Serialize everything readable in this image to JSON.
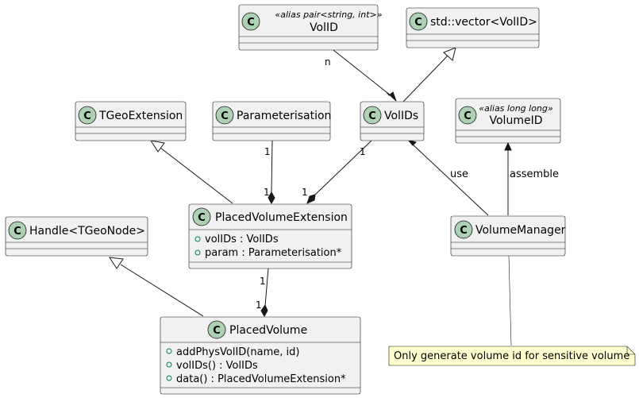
{
  "classes": {
    "volid": {
      "name": "VolID",
      "stereotype": "«alias pair<string, int>»"
    },
    "vector": {
      "name": "std::vector<VolID>"
    },
    "tgeoext": {
      "name": "TGeoExtension"
    },
    "param": {
      "name": "Parameterisation"
    },
    "volids": {
      "name": "VolIDs"
    },
    "volumeid": {
      "name": "VolumeID",
      "stereotype": "«alias long long»"
    },
    "handle": {
      "name": "Handle<TGeoNode>"
    },
    "pve": {
      "name": "PlacedVolumeExtension",
      "members": [
        "volIDs : VolIDs",
        "param : Parameterisation*"
      ]
    },
    "vm": {
      "name": "VolumeManager"
    },
    "pv": {
      "name": "PlacedVolume",
      "members": [
        "addPhysVolID(name, id)",
        "volIDs() : VolIDs",
        "data() : PlacedVolumeExtension*"
      ]
    }
  },
  "edges": {
    "volid_volids_mult": "n",
    "param_pve_src": "1",
    "param_pve_dst": "1",
    "volids_pve_src": "1",
    "volids_pve_dst": "1",
    "pve_pv_src": "1",
    "pve_pv_dst": "1",
    "use_label": "use",
    "assemble_label": "assemble"
  },
  "badge_letter": "C",
  "note": {
    "text": "Only generate volume id for sensitive volume"
  },
  "colors": {
    "class_fill": "#f1f1f1",
    "badge": "#add1b2",
    "note_fill": "#fefece",
    "visibility": "#84be84"
  }
}
